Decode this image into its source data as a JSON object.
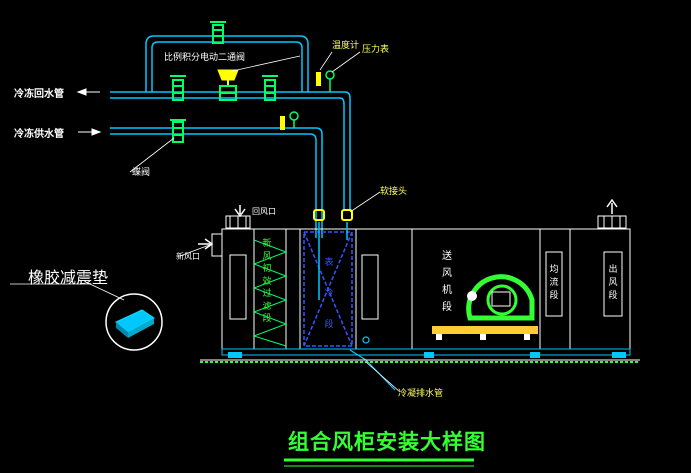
{
  "title": "组合风柜安装大样图",
  "labels": {
    "chw_return": "冷冻回水管",
    "chw_supply": "冷冻供水管",
    "valve_2way": "比例积分电动二通阀",
    "thermometer": "温度计",
    "pressure_gauge": "压力表",
    "gate_valve": "蝶阀",
    "flex_joint": "软接头",
    "return_air": "回风口",
    "fresh_air": "新风口",
    "rubber_pad": "橡胶减震垫",
    "condensate_pipe": "冷凝排水管"
  },
  "sections": {
    "mix_filter": [
      "新",
      "风",
      "初",
      "效",
      "过",
      "滤",
      "段"
    ],
    "coil": [
      "表",
      "冷",
      "段"
    ],
    "fan": [
      "送",
      "风",
      "机",
      "段"
    ],
    "uniform": [
      "均",
      "流",
      "段"
    ],
    "outlet": [
      "出",
      "风",
      "段"
    ]
  },
  "colors": {
    "pipe": "#00c8ff",
    "valve": "#00ff66",
    "text": "#ffffff",
    "text_yellow": "#ffff66",
    "title": "#33ff33",
    "fan": "#33ff33",
    "base": "#ffcc33"
  }
}
